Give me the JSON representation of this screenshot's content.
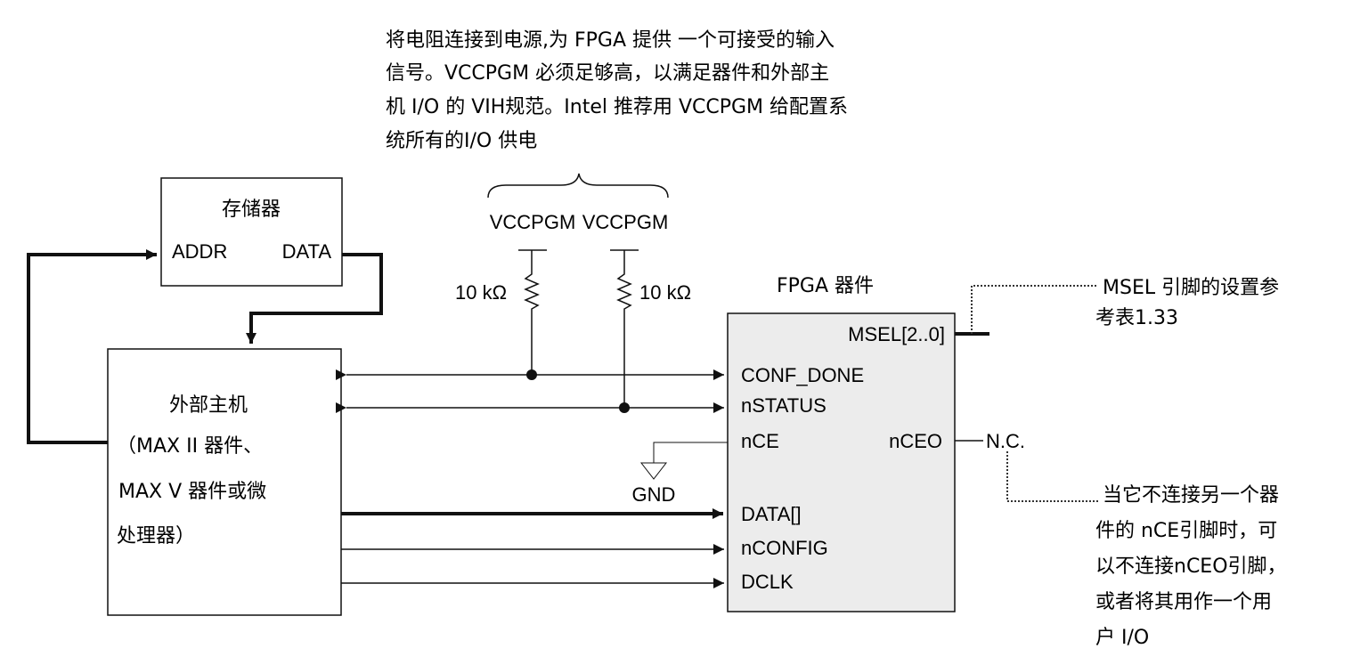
{
  "top_note": [
    "将电阻连接到电源,为 FPGA 提供 一个可接受的输入",
    "信号。VCCPGM 必须足够高，以满足器件和外部主",
    "机 I/O 的 VIH规范。Intel 推荐用 VCCPGM 给配置系",
    "统所有的I/O 供电"
  ],
  "memory": {
    "title": "存储器",
    "addr": "ADDR",
    "data": "DATA"
  },
  "host": {
    "lines": [
      "外部主机",
      "（MAX II 器件、",
      "MAX V 器件或微",
      "处理器）"
    ]
  },
  "supplies": {
    "left_label": "VCCPGM",
    "right_label": "VCCPGM",
    "left_res": "10 kΩ",
    "right_res": "10 kΩ"
  },
  "fpga": {
    "title": "FPGA 器件",
    "msel": "MSEL[2..0]",
    "pins_left": [
      "CONF_DONE",
      "nSTATUS",
      "nCE",
      "DATA[]",
      "nCONFIG",
      "DCLK"
    ],
    "nceo": "nCEO"
  },
  "gnd": "GND",
  "nc": "N.C.",
  "msel_note": [
    "MSEL 引脚的设置参",
    "考表1.33"
  ],
  "nceo_note": [
    "当它不连接另一个器",
    "件的 nCE引脚时，可",
    "以不连接nCEO引脚，",
    "或者将其用作一个用",
    "户 I/O"
  ],
  "colors": {
    "fpga_fill": "#ececec",
    "line": "#111111",
    "dotted": "#333333"
  }
}
